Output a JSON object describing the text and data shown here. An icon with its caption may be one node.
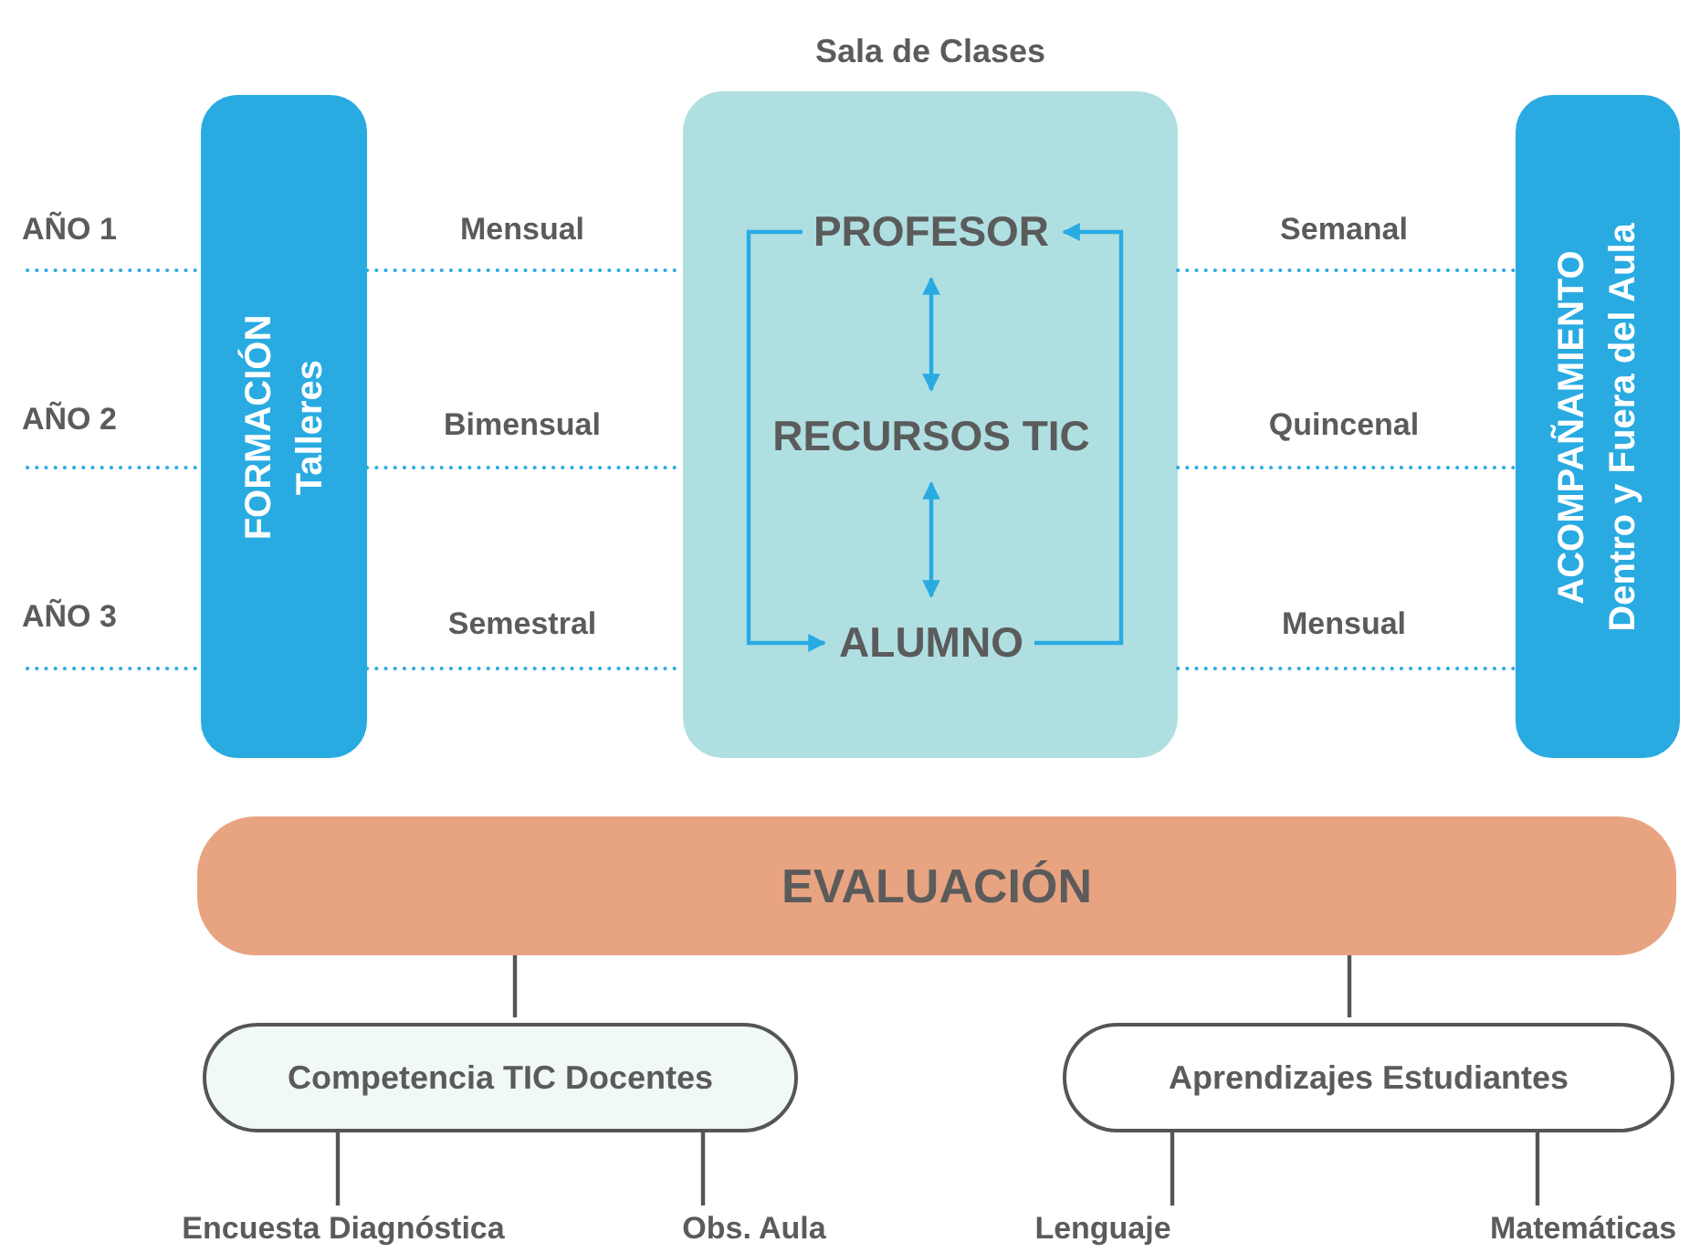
{
  "diagram": {
    "nodes": [
      {
        "text": [
          "Sala de Clases"
        ]
      },
      {
        "text": [
          "PROFESOR"
        ],
        "in": 0
      },
      {
        "text": [
          "RECURSOS TIC"
        ],
        "in": 0
      },
      {
        "text": [
          "ALUMNO"
        ],
        "in": 0
      },
      {
        "text": [
          "FORMACIÓN",
          "Talleres"
        ]
      },
      {
        "text": [
          "ACOMPAÑAMIENTO",
          "Dentro y Fuera del Aula"
        ]
      },
      {
        "text": [
          "EVALUACIÓN"
        ]
      },
      {
        "text": [
          "Competencia TIC Docentes"
        ]
      },
      {
        "text": [
          "Aprendizajes Estudiantes"
        ]
      },
      {
        "text": [
          "Encuesta Diagnóstica"
        ]
      },
      {
        "text": [
          "Obs. Aula"
        ]
      },
      {
        "text": [
          "Lenguaje"
        ]
      },
      {
        "text": [
          "Matemáticas"
        ]
      }
    ],
    "edges": [
      {
        "from": 1,
        "to": 2,
        "arrow": "both"
      },
      {
        "from": 2,
        "to": 3,
        "arrow": "both"
      },
      {
        "from": 1,
        "to": 3,
        "arrow": "to"
      },
      {
        "from": 3,
        "to": 1,
        "arrow": "to"
      },
      {
        "from": 6,
        "to": 7,
        "arrow": "none",
        "color": "#555555"
      },
      {
        "from": 6,
        "to": 8,
        "arrow": "none",
        "color": "#555555"
      },
      {
        "from": 7,
        "to": 9,
        "arrow": "none",
        "color": "#555555"
      },
      {
        "from": 7,
        "to": 10,
        "arrow": "none",
        "color": "#555555"
      },
      {
        "from": 8,
        "to": 11,
        "arrow": "none",
        "color": "#555555"
      },
      {
        "from": 8,
        "to": 12,
        "arrow": "none",
        "color": "#555555"
      },
      {
        "from": null,
        "to": 4,
        "arrow": "none",
        "style": "dashed"
      },
      {
        "from": 4,
        "to": 0,
        "arrow": "none",
        "style": "dashed"
      },
      {
        "from": 0,
        "to": 5,
        "arrow": "none",
        "style": "dashed"
      },
      {
        "from": null,
        "to": 4,
        "arrow": "none",
        "style": "dashed"
      },
      {
        "from": 4,
        "to": 0,
        "arrow": "none",
        "style": "dashed"
      },
      {
        "from": 0,
        "to": 5,
        "arrow": "none",
        "style": "dashed"
      },
      {
        "from": null,
        "to": 4,
        "arrow": "none",
        "style": "dashed"
      },
      {
        "from": 4,
        "to": 0,
        "arrow": "none",
        "style": "dashed"
      },
      {
        "from": 0,
        "to": 5,
        "arrow": "none",
        "style": "dashed"
      }
    ],
    "labels": [
      "AÑO 1",
      "Mensual",
      "Semanal",
      "AÑO 2",
      "Bimensual",
      "Quincenal",
      "AÑO 3",
      "Semestral",
      "Mensual"
    ]
  }
}
